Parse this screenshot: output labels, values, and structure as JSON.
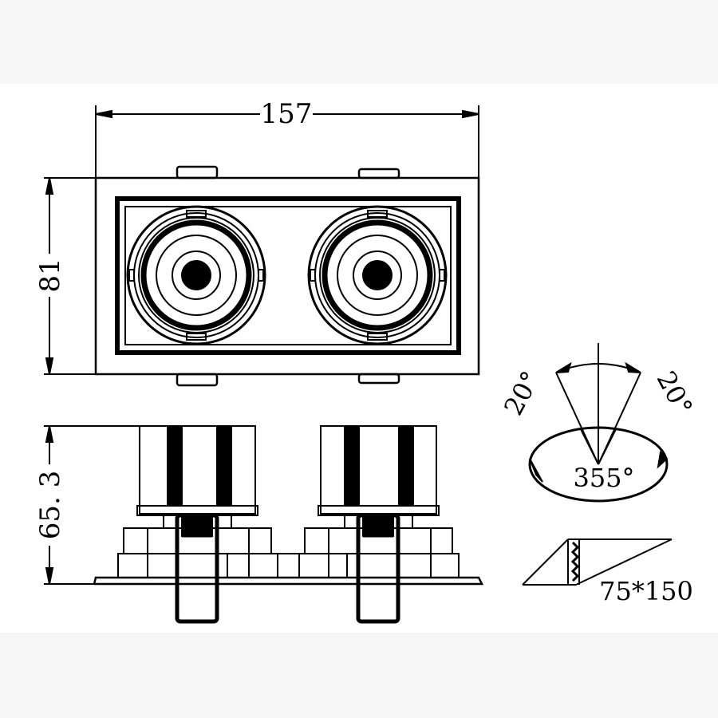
{
  "diagram": {
    "width_dim": "157",
    "height_dim": "81",
    "depth_dim": "65. 3",
    "tilt_left": "20°",
    "tilt_right": "20°",
    "rotation": "355°",
    "cutout": "75*150"
  },
  "colors": {
    "background": "#ffffff",
    "outer_background": "#f6f6f6",
    "line": "#000000"
  }
}
